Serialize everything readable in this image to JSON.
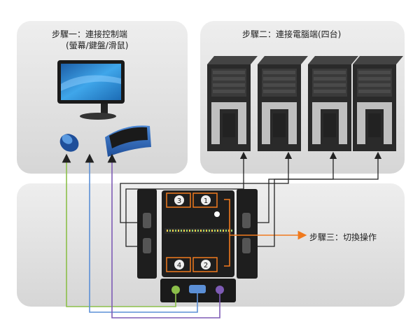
{
  "steps": {
    "step1_line1": "步驟一：連接控制端",
    "step1_line2": "(螢幕/鍵盤/滑鼠)",
    "step2": "步驟二：連接電腦端(四台)",
    "step3": "步驟三：切換操作"
  },
  "port_numbers": [
    "3",
    "1",
    "4",
    "2"
  ],
  "colors": {
    "mouse_cable": "#8cbf4a",
    "keyboard_cable": "#5b8fd6",
    "monitor_cable": "#7e5bb5",
    "pc_cable": "#222222",
    "switch_arrow": "#f07a1e",
    "panel_bg": "#e4e4e4",
    "screen_blue": "#2f8fd8",
    "pc_body": "#2a2a2a",
    "pc_silver": "#bfbfbf"
  }
}
